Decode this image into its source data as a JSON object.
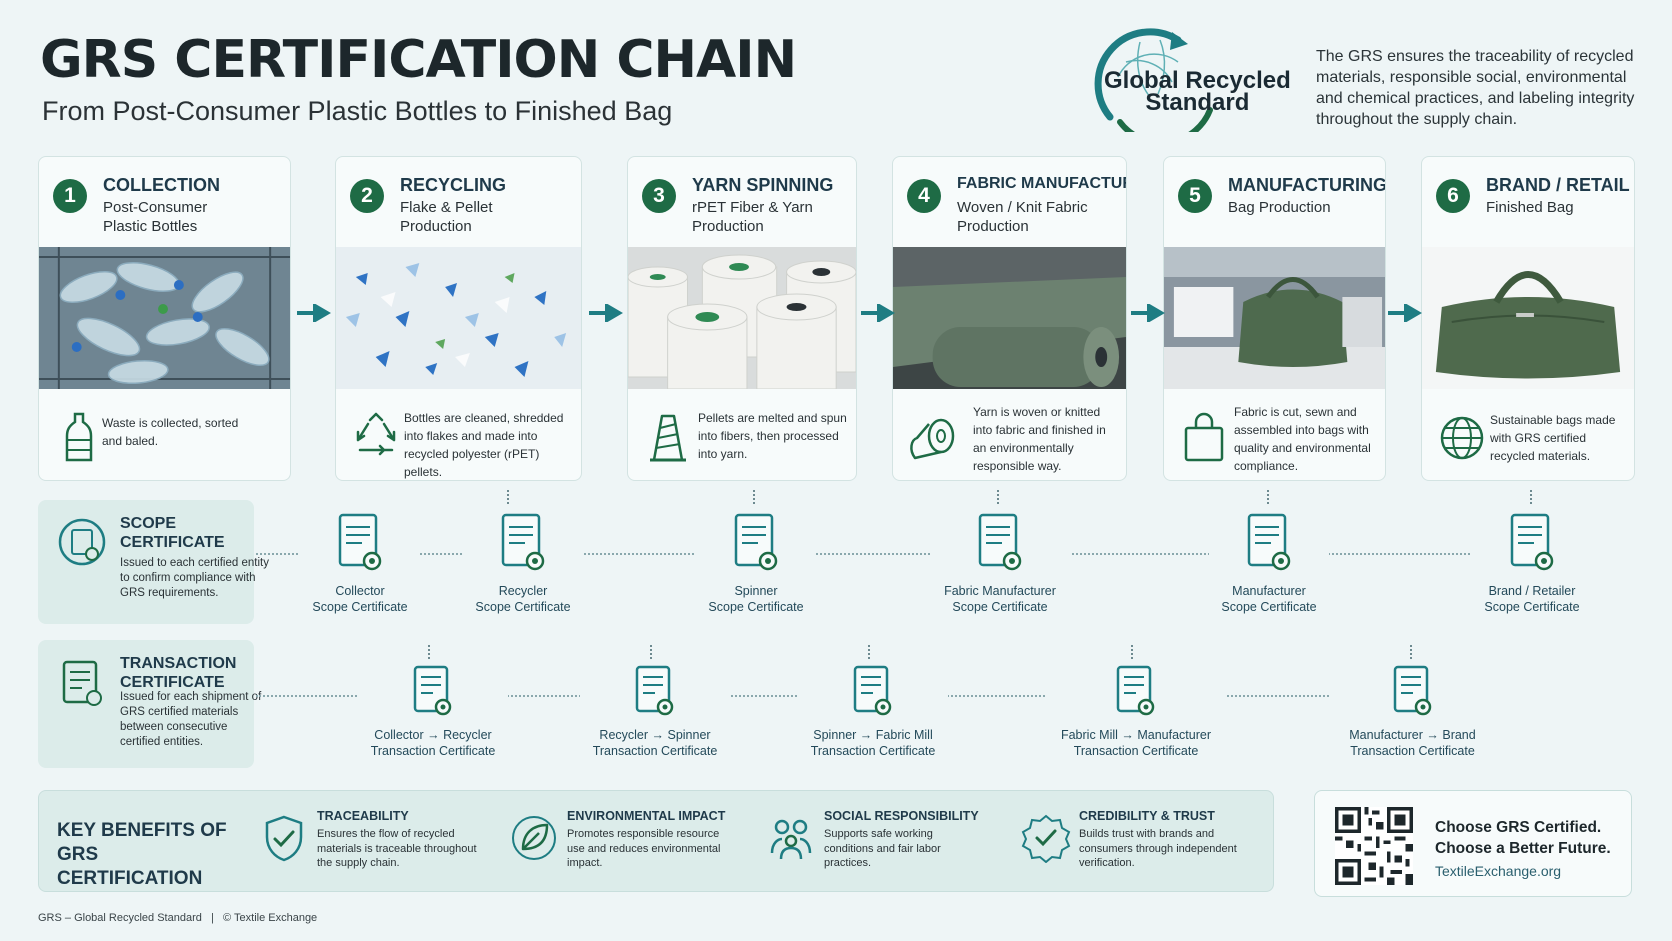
{
  "header": {
    "title": "GRS CERTIFICATION CHAIN",
    "subtitle": "From Post-Consumer Plastic Bottles to Finished Bag",
    "logo_line1": "Global Recycled",
    "logo_line2": "Standard",
    "intro": "The GRS ensures the traceability of recycled materials, responsible social, environmental and chemical practices, and labeling integrity throughout the supply chain."
  },
  "steps": [
    {
      "num": "1",
      "title": "COLLECTION",
      "subtitle": "Post-Consumer Plastic Bottles",
      "desc": "Waste is collected, sorted and baled.",
      "icon": "bottle-icon"
    },
    {
      "num": "2",
      "title": "RECYCLING",
      "subtitle": "Flake & Pellet Production",
      "desc": "Bottles are cleaned, shredded into flakes and made into recycled polyester (rPET) pellets.",
      "icon": "recycle-icon"
    },
    {
      "num": "3",
      "title": "YARN SPINNING",
      "subtitle": "rPET Fiber & Yarn Production",
      "desc": "Pellets are melted and spun into fibers, then processed into yarn.",
      "icon": "yarn-cone-icon"
    },
    {
      "num": "4",
      "title": "FABRIC MANUFACTURING",
      "subtitle": "Woven / Knit Fabric Production",
      "desc": "Yarn is woven or knitted into fabric and finished in an environmentally responsible way.",
      "icon": "fabric-roll-icon"
    },
    {
      "num": "5",
      "title": "MANUFACTURING",
      "subtitle": "Bag Production",
      "desc": "Fabric is cut, sewn and assembled into bags with quality and environmental compliance.",
      "icon": "bag-icon"
    },
    {
      "num": "6",
      "title": "BRAND / RETAIL",
      "subtitle": "Finished Bag",
      "desc": "Sustainable bags made with GRS certified recycled materials.",
      "icon": "globe-icon"
    }
  ],
  "scope": {
    "title": "SCOPE CERTIFICATE",
    "desc": "Issued to each certified entity to confirm compliance with GRS requirements.",
    "certificates": [
      {
        "line1": "Collector",
        "line2": "Scope Certificate"
      },
      {
        "line1": "Recycler",
        "line2": "Scope Certificate"
      },
      {
        "line1": "Spinner",
        "line2": "Scope Certificate"
      },
      {
        "line1": "Fabric Manufacturer",
        "line2": "Scope Certificate"
      },
      {
        "line1": "Manufacturer",
        "line2": "Scope Certificate"
      },
      {
        "line1": "Brand / Retailer",
        "line2": "Scope Certificate"
      }
    ]
  },
  "transaction": {
    "title": "TRANSACTION CERTIFICATE",
    "desc": "Issued for each shipment of GRS certified materials between consecutive certified entities.",
    "certificates": [
      {
        "line1": "Collector → Recycler",
        "line2": "Transaction Certificate"
      },
      {
        "line1": "Recycler → Spinner",
        "line2": "Transaction Certificate"
      },
      {
        "line1": "Spinner → Fabric Mill",
        "line2": "Transaction Certificate"
      },
      {
        "line1": "Fabric Mill → Manufacturer",
        "line2": "Transaction Certificate"
      },
      {
        "line1": "Manufacturer → Brand",
        "line2": "Transaction Certificate"
      }
    ]
  },
  "benefits": {
    "title": "KEY BENEFITS OF GRS CERTIFICATION",
    "items": [
      {
        "head": "TRACEABILITY",
        "text": "Ensures the flow of recycled materials is traceable throughout the supply chain.",
        "icon": "shield-check-icon"
      },
      {
        "head": "ENVIRONMENTAL IMPACT",
        "text": "Promotes responsible resource use and reduces environmental impact.",
        "icon": "leaf-icon"
      },
      {
        "head": "SOCIAL RESPONSIBILITY",
        "text": "Supports safe working conditions and fair labor practices.",
        "icon": "people-icon"
      },
      {
        "head": "CREDIBILITY & TRUST",
        "text": "Builds trust with brands and consumers through independent verification.",
        "icon": "badge-check-icon"
      }
    ]
  },
  "cta": {
    "line1": "Choose GRS Certified.",
    "line2": "Choose a Better Future.",
    "url": "TextileExchange.org"
  },
  "footer": "GRS – Global Recycled Standard   |   © Textile Exchange",
  "colors": {
    "accent": "#1e6b45",
    "teal": "#1e7d83",
    "panel": "#dcecea",
    "card_border": "#d3e3e2"
  }
}
